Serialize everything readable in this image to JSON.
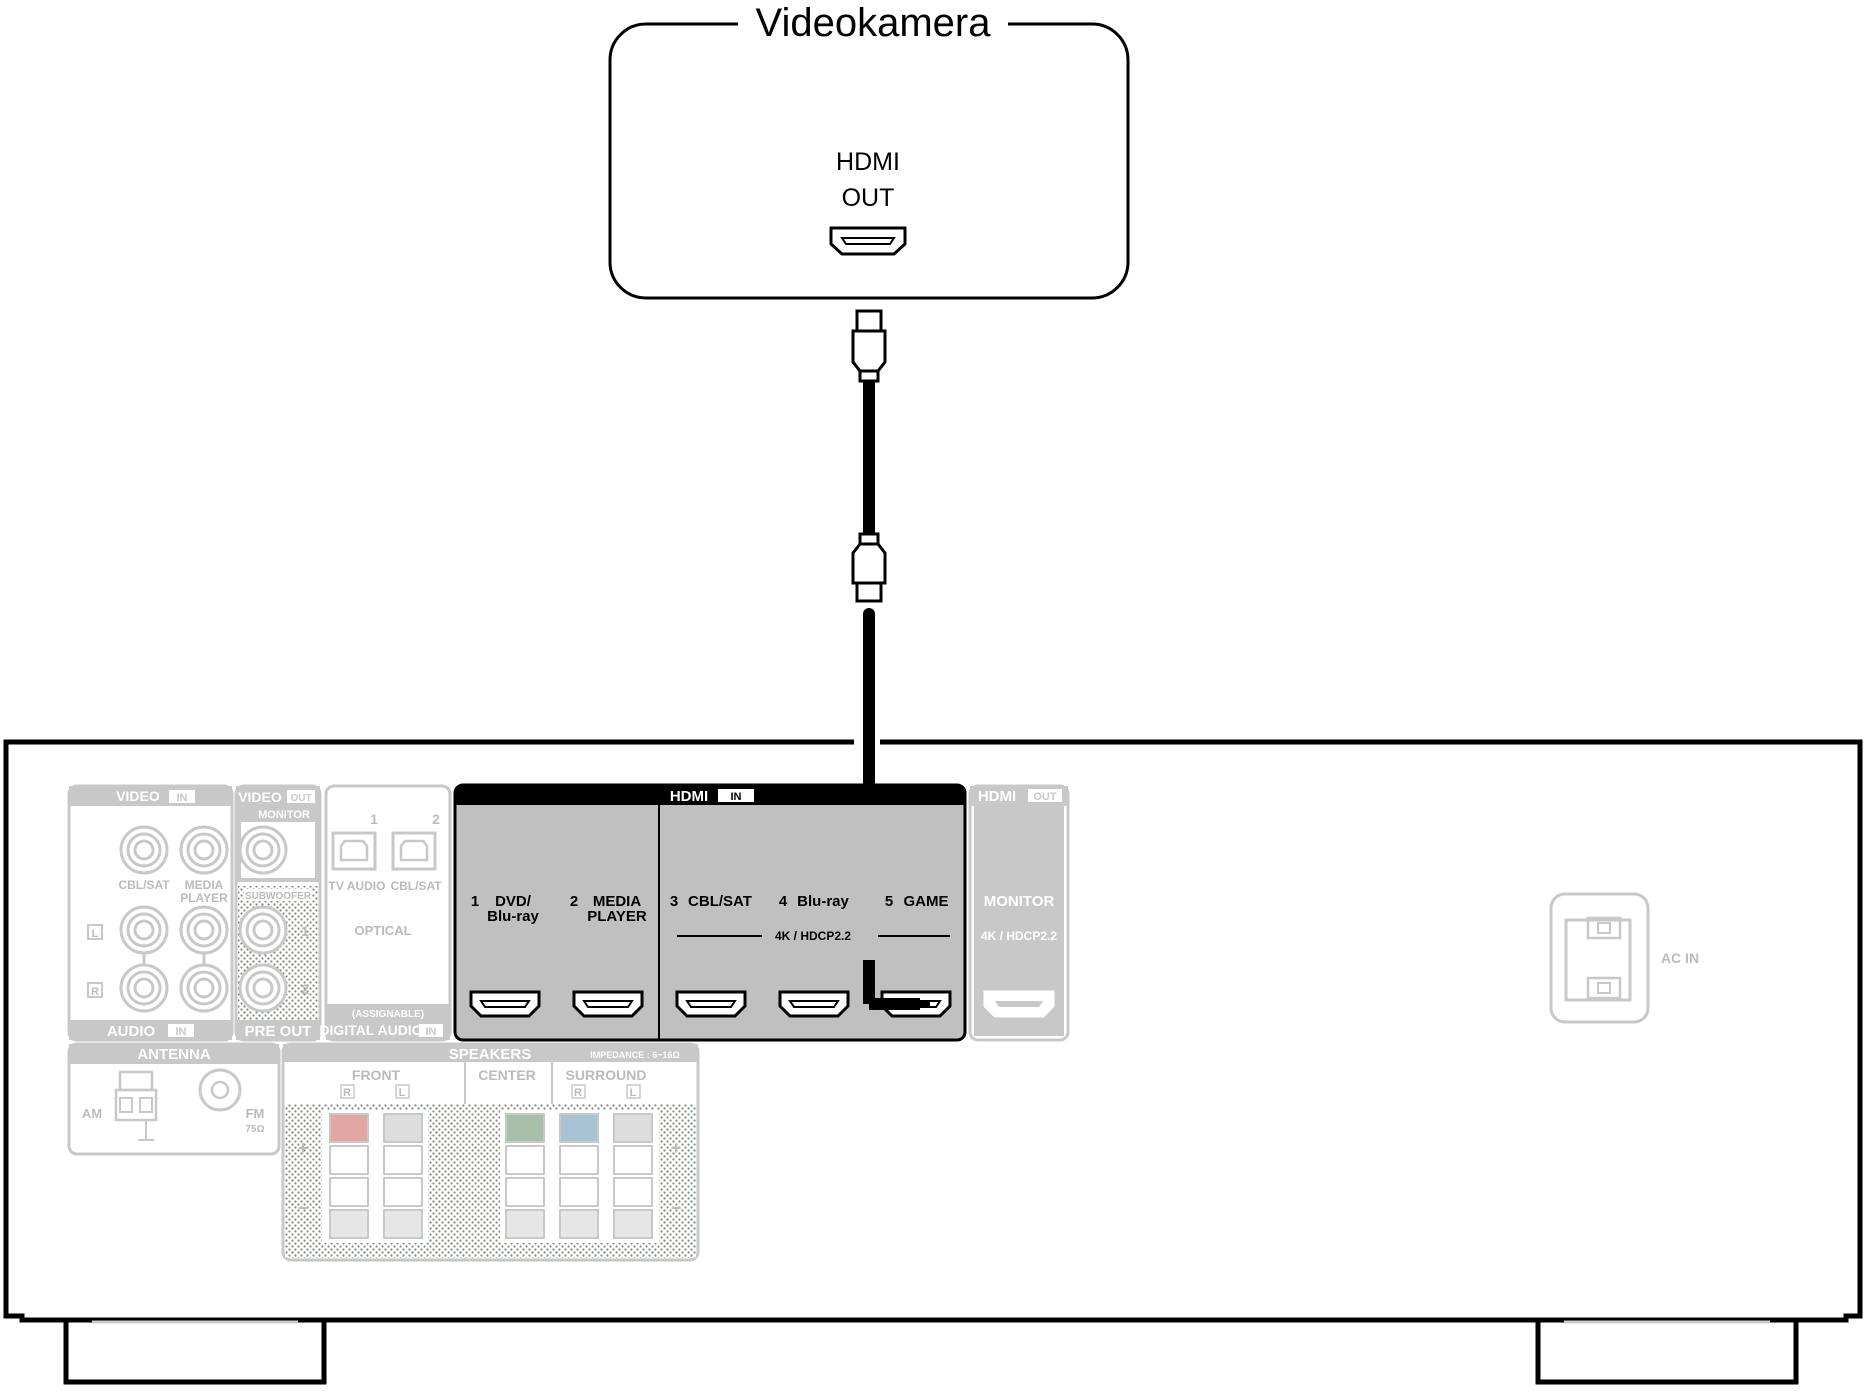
{
  "camera": {
    "title": "Videokamera",
    "port_label_1": "HDMI",
    "port_label_2": "OUT"
  },
  "receiver": {
    "video_in": {
      "title": "VIDEO",
      "badge": "IN",
      "inputs": [
        "CBL/SAT",
        "MEDIA PLAYER"
      ],
      "ch_l": "L",
      "ch_r": "R"
    },
    "audio_in": {
      "title": "AUDIO",
      "badge": "IN"
    },
    "video_out": {
      "title": "VIDEO",
      "badge": "OUT",
      "monitor": "MONITOR"
    },
    "subwoofer": {
      "title": "SUBWOOFER",
      "ports": [
        "1",
        "2"
      ]
    },
    "pre_out": {
      "title": "PRE OUT"
    },
    "digital_audio": {
      "nums": [
        "1",
        "2"
      ],
      "inputs": [
        "TV AUDIO",
        "CBL/SAT"
      ],
      "optical": "OPTICAL",
      "assignable": "(ASSIGNABLE)",
      "title": "DIGITAL AUDIO",
      "badge": "IN"
    },
    "hdmi_in": {
      "title": "HDMI",
      "badge": "IN",
      "ports": [
        {
          "num": "1",
          "line1": "DVD/",
          "line2": "Blu-ray"
        },
        {
          "num": "2",
          "line1": "MEDIA",
          "line2": "PLAYER"
        },
        {
          "num": "3",
          "line1": "CBL/SAT",
          "line2": ""
        },
        {
          "num": "4",
          "line1": "Blu-ray",
          "line2": ""
        },
        {
          "num": "5",
          "line1": "GAME",
          "line2": ""
        }
      ],
      "hdcp": "4K / HDCP2.2"
    },
    "hdmi_out": {
      "title": "HDMI",
      "badge": "OUT",
      "monitor": "MONITOR",
      "hdcp": "4K / HDCP2.2"
    },
    "antenna": {
      "title": "ANTENNA",
      "am": "AM",
      "fm": "FM",
      "fm_ohm": "75Ω"
    },
    "speakers": {
      "title": "SPEAKERS",
      "impedance": "IMPEDANCE : 6~16Ω",
      "front": "FRONT",
      "center": "CENTER",
      "surround": "SURROUND",
      "r": "R",
      "l": "L",
      "plus": "+",
      "minus": "−"
    },
    "ac_in": "AC IN"
  },
  "colors": {
    "line": "#000000",
    "panel_gray": "#c0c0c0",
    "faded": "#c8c8c8"
  }
}
